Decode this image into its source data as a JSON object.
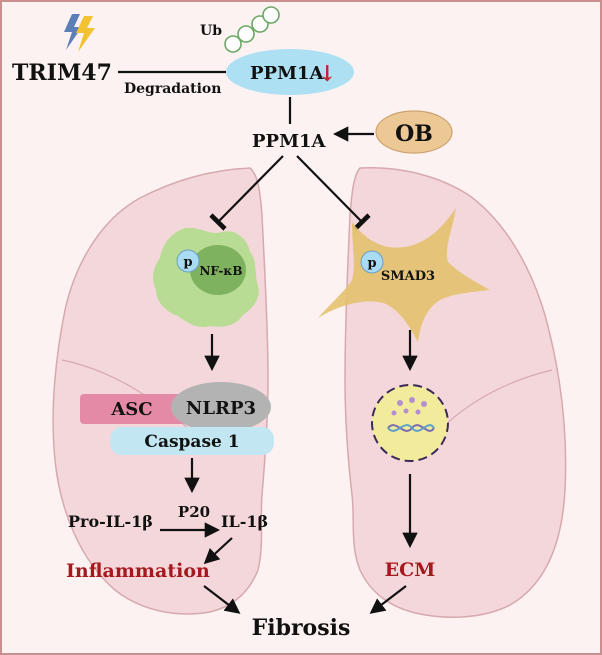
{
  "colors": {
    "panel_bg": "#fcf2f2",
    "panel_border": "#c98f8f",
    "lung_fill": "#f4d7da",
    "lung_stroke": "#d6a9ae",
    "ellipse_blue": "#aee0f4",
    "ob_fill": "#ecc895",
    "ob_stroke": "#cda371",
    "asc_fill": "#e58aa6",
    "nlrp3_fill": "#b3b3b3",
    "caspase_fill": "#c3e7f2",
    "dark_red": "#a7181e",
    "arrow_red": "#c5202d",
    "cell_green": "#b9dc95",
    "nucleus_green": "#7fb25f",
    "fibro_yellow": "#e3c26e",
    "dna_yellow": "#f2eb9c",
    "p_circle": "#a9dbf3"
  },
  "labels": {
    "trim47": "TRIM47",
    "ub": "Ub",
    "degradation": "Degradation",
    "ppm1a_top": "PPM1A",
    "down_arrow": "↓",
    "ppm1a_center": "PPM1A",
    "ob": "OB",
    "p_left": "p",
    "nfkb": "NF-κB",
    "p_right": "p",
    "smad3": "SMAD3",
    "asc": "ASC",
    "nlrp3": "NLRP3",
    "caspase": "Caspase 1",
    "pro_il1b": "Pro-IL-1β",
    "p20": "P20",
    "il1b": "IL-1β",
    "inflammation": "Inflammation",
    "ecm": "ECM",
    "fibrosis": "Fibrosis"
  },
  "icons": {
    "lightning": "lightning-icon",
    "ubiquitin": "ubiquitin-chain-icon",
    "dna": "dna-icon"
  }
}
